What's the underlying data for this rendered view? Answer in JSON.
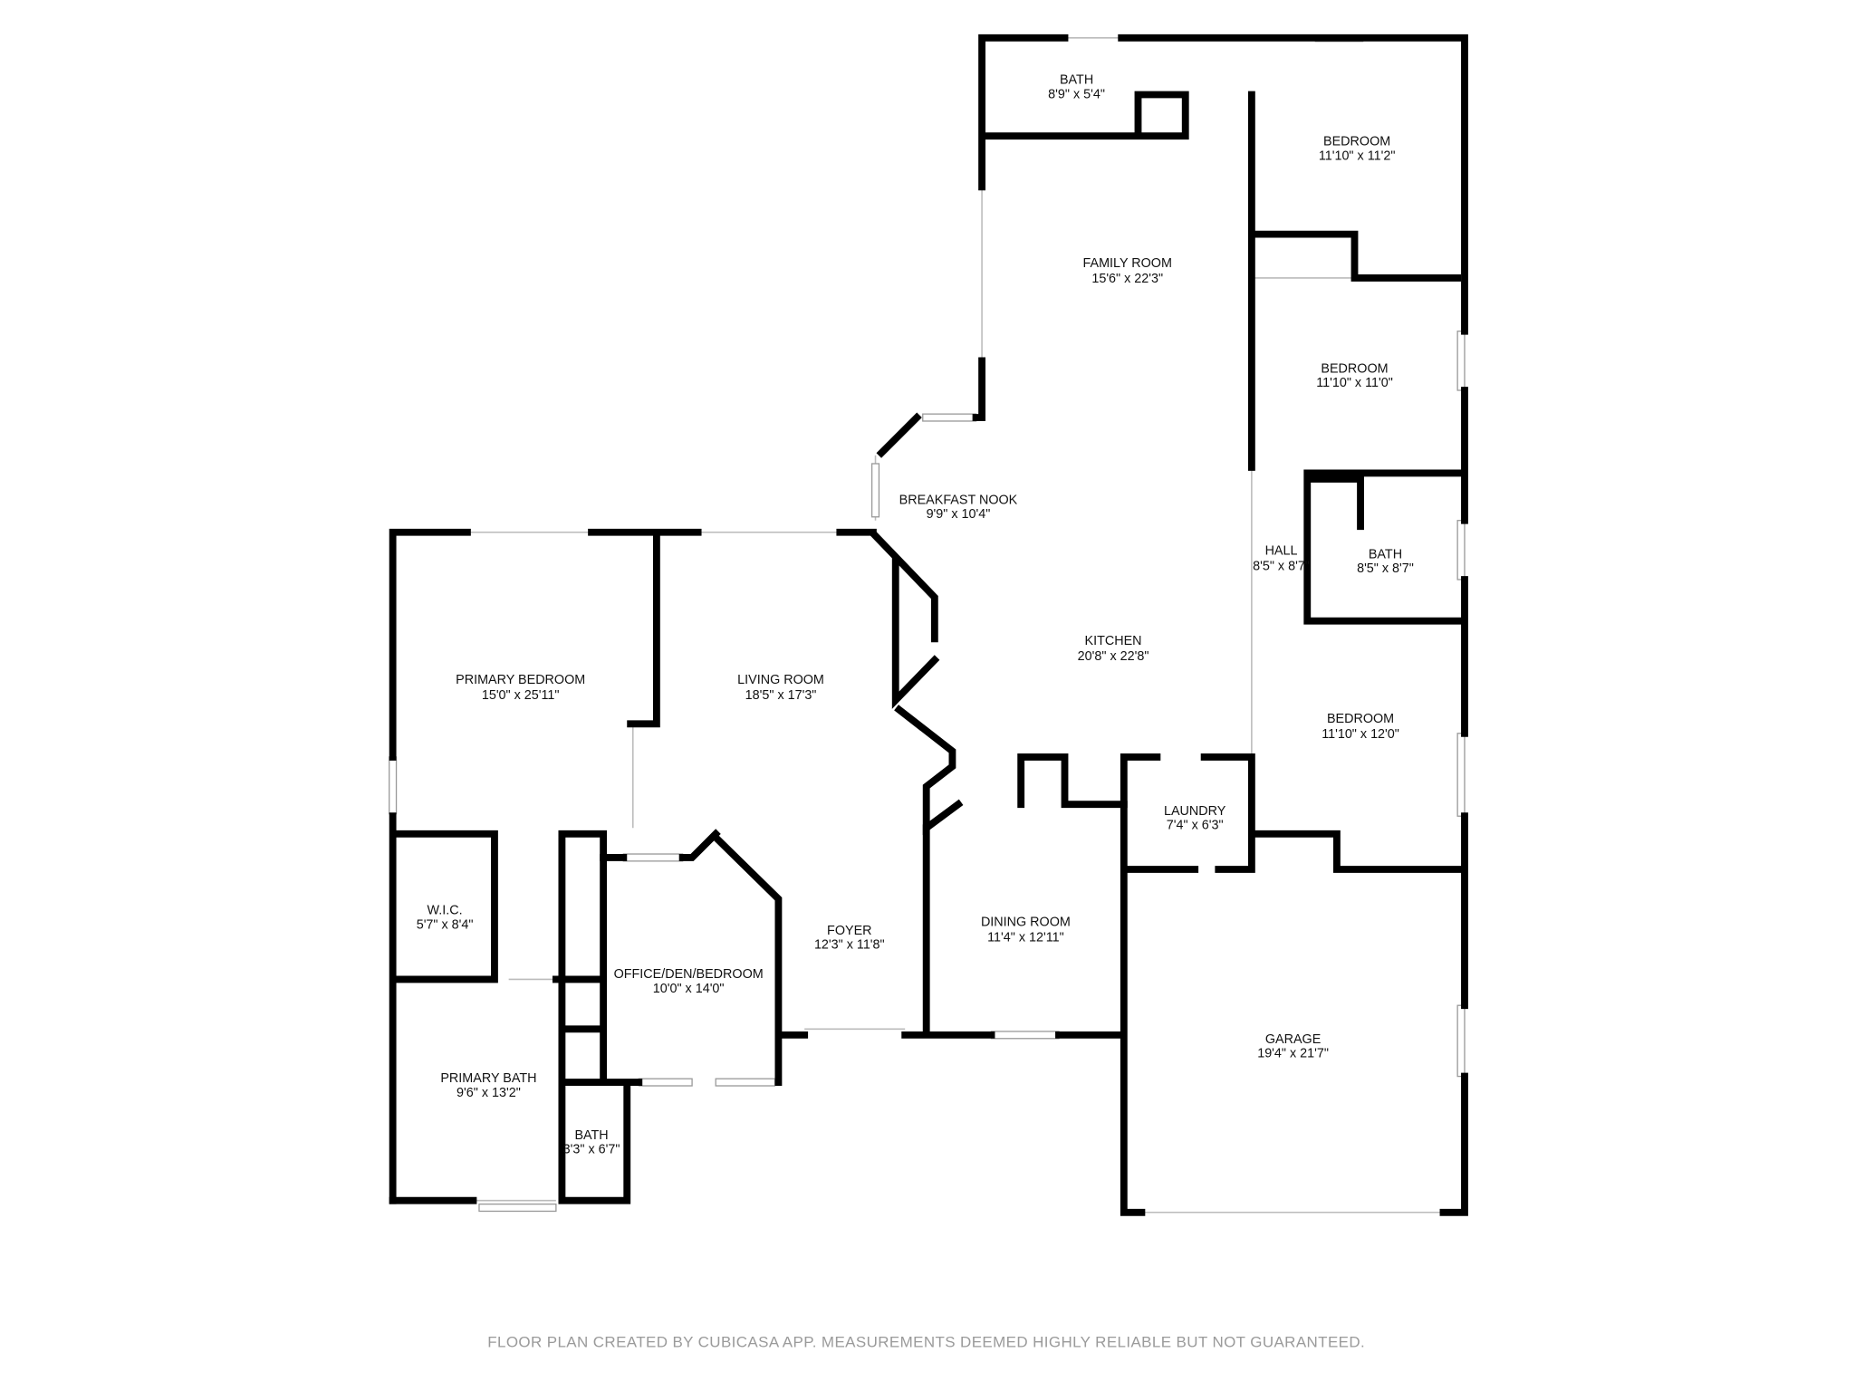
{
  "rooms": [
    {
      "name": "BATH",
      "size": "8'9\" x 5'4\""
    },
    {
      "name": "BEDROOM",
      "size": "11'10\" x 11'2\""
    },
    {
      "name": "FAMILY ROOM",
      "size": "15'6\" x 22'3\""
    },
    {
      "name": "BEDROOM",
      "size": "11'10\" x 11'0\""
    },
    {
      "name": "BREAKFAST NOOK",
      "size": "9'9\" x 10'4\""
    },
    {
      "name": "HALL",
      "size": "8'5\" x 8'7\""
    },
    {
      "name": "BATH",
      "size": "8'5\" x 8'7\""
    },
    {
      "name": "KITCHEN",
      "size": "20'8\" x 22'8\""
    },
    {
      "name": "BEDROOM",
      "size": "11'10\" x 12'0\""
    },
    {
      "name": "PRIMARY BEDROOM",
      "size": "15'0\" x 25'11\""
    },
    {
      "name": "LIVING ROOM",
      "size": "18'5\" x 17'3\""
    },
    {
      "name": "LAUNDRY",
      "size": "7'4\" x 6'3\""
    },
    {
      "name": "DINING ROOM",
      "size": "11'4\" x 12'11\""
    },
    {
      "name": "W.I.C.",
      "size": "5'7\" x 8'4\""
    },
    {
      "name": "FOYER",
      "size": "12'3\" x 11'8\""
    },
    {
      "name": "OFFICE/DEN/BEDROOM",
      "size": "10'0\" x 14'0\""
    },
    {
      "name": "GARAGE",
      "size": "19'4\" x 21'7\""
    },
    {
      "name": "PRIMARY BATH",
      "size": "9'6\" x 13'2\""
    },
    {
      "name": "BATH",
      "size": "3'3\" x 6'7\""
    }
  ],
  "footer": "FLOOR PLAN CREATED BY CUBICASA APP. MEASUREMENTS DEEMED HIGHLY RELIABLE BUT NOT GUARANTEED."
}
